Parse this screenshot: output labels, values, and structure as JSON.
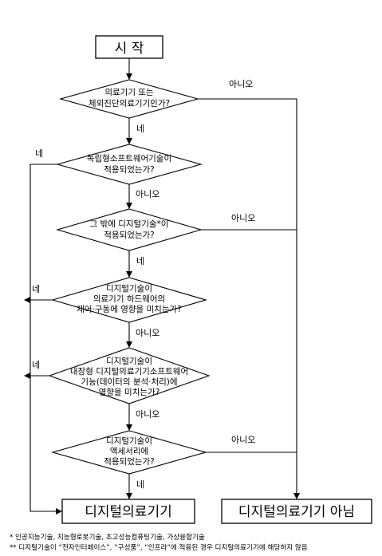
{
  "flowchart": {
    "start": "시 작",
    "decisions": [
      {
        "lines": [
          "의료기기 또는",
          "체외진단의료기기인가?"
        ]
      },
      {
        "lines": [
          "독립형소프트웨어기술이",
          "적용되었는가?"
        ]
      },
      {
        "lines": [
          "그 밖에 디지털기술*이",
          "적용되었는가?"
        ]
      },
      {
        "lines": [
          "디지털기술이",
          "의료기기 하드웨어의",
          "제어·구동에 영향을 미치는가?"
        ]
      },
      {
        "lines": [
          "디지털기술이",
          "내장형 디지털의료기기소프트웨어",
          "기능(데이터의 분석·처리)에",
          "영향을 미치는가?"
        ]
      },
      {
        "lines": [
          "디지털기술이",
          "액세서리에",
          "적용되었는가?"
        ]
      }
    ],
    "outcomes": {
      "yes_result": "디지털의료기기",
      "no_result": "디지털의료기기 아님"
    },
    "edge_labels": {
      "d1_no": "아니오",
      "d1_yes": "네",
      "d2_yes": "네",
      "d2_no": "아니오",
      "d3_no": "아니오",
      "d3_yes": "네",
      "d4_yes": "네",
      "d4_no": "아니오",
      "d5_yes": "네",
      "d5_no": "아니오",
      "d6_no": "아니오",
      "d6_yes": "네"
    }
  },
  "notes": [
    "* 인공지능기술, 지능형로봇기술, 초고성능컴퓨팅기술, 가상융합기술",
    "** 디지털기술이 “전자인터페이스”, “구성품”, “인프라”에 적용된 경우 디지털의료기기에 해당하지 않음"
  ]
}
